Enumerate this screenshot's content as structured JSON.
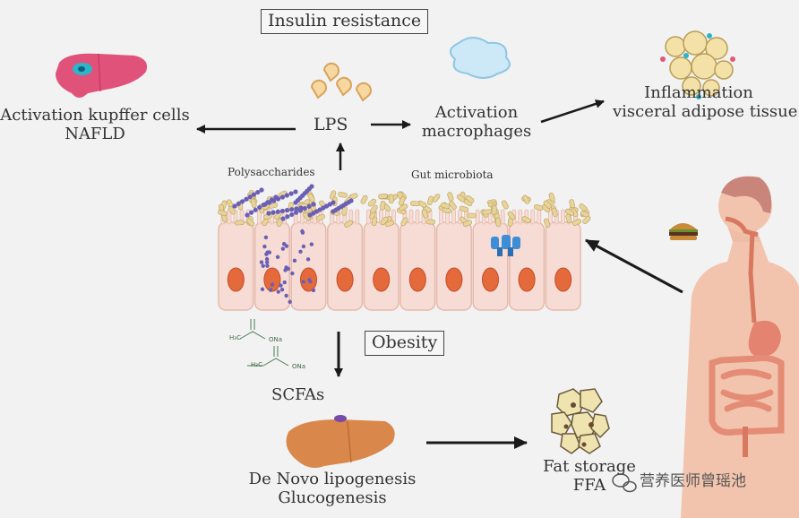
{
  "labels": {
    "insulin_resistance": "Insulin resistance",
    "activation_kupffer_line1": "Activation kupffer cells",
    "activation_kupffer_line2": "NAFLD",
    "lps": "LPS",
    "activation_macrophages_line1": "Activation",
    "activation_macrophages_line2": "macrophages",
    "inflammation_line1": "Inflammation",
    "inflammation_line2": "visceral adipose tissue",
    "polysaccharides": "Polysaccharides",
    "gut_microbiota": "Gut microbiota",
    "obesity": "Obesity",
    "scfas": "SCFAs",
    "de_novo_line1": "De Novo lipogenesis",
    "de_novo_line2": "Glucogenesis",
    "fat_storage_line1": "Fat storage",
    "fat_storage_line2": "FFA",
    "scfa_formula_1_left": "H₃C",
    "scfa_formula_1_right": "ONa",
    "scfa_formula_2_left": "H₃C",
    "scfa_formula_2_right": "ONa",
    "watermark": "营养医师曾瑶池"
  },
  "colors": {
    "background": "#f2f2f2",
    "arrow": "#1a1a1a",
    "liver_pink": "#e0527a",
    "liver_orange": "#d9874a",
    "cell_fill": "#f6dcd4",
    "nucleus": "#e46a3c",
    "bacteria": "#e8d39b",
    "polysaccharide": "#6a5fb5",
    "skin": "#f2c4ad"
  },
  "icons": [
    "liver-pink-icon",
    "lps-particles-icon",
    "macrophage-icon",
    "adipocytes-icon",
    "intestinal-epithelium-icon",
    "human-torso-icon",
    "burger-icon",
    "liver-orange-icon",
    "fat-cells-icon",
    "scfa-molecule-icon",
    "wechat-icon"
  ]
}
